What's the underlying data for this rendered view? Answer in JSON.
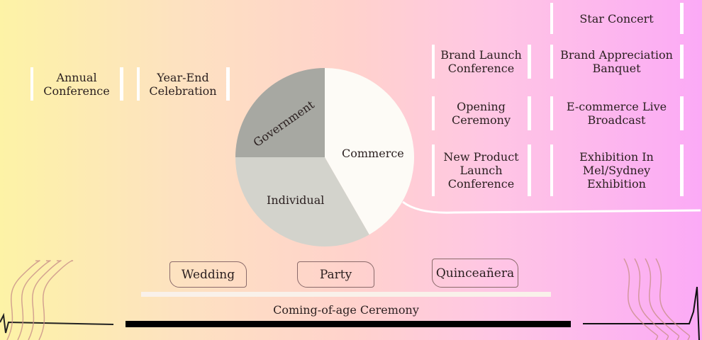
{
  "left_boxes": [
    "Annual Conference",
    "Year-End Celebration"
  ],
  "right_col1": [
    "Brand Launch Conference",
    "Opening Ceremony",
    "New Product Launch Conference"
  ],
  "right_col2": [
    "Star Concert",
    "Brand Appreciation Banquet",
    "E-commerce Live Broadcast",
    "Exhibition In Mel/Sydney Exhibition"
  ],
  "chart_data": {
    "type": "pie",
    "categories": [
      "Commerce",
      "Individual",
      "Government"
    ],
    "values": [
      41.7,
      33.3,
      25
    ],
    "colors": [
      "#fdfbf6",
      "#d3d3cc",
      "#a7a8a2"
    ]
  },
  "individual_tags": [
    "Wedding",
    "Party",
    "Quinceañera"
  ],
  "bottom_label": "Coming-of-age Ceremony"
}
